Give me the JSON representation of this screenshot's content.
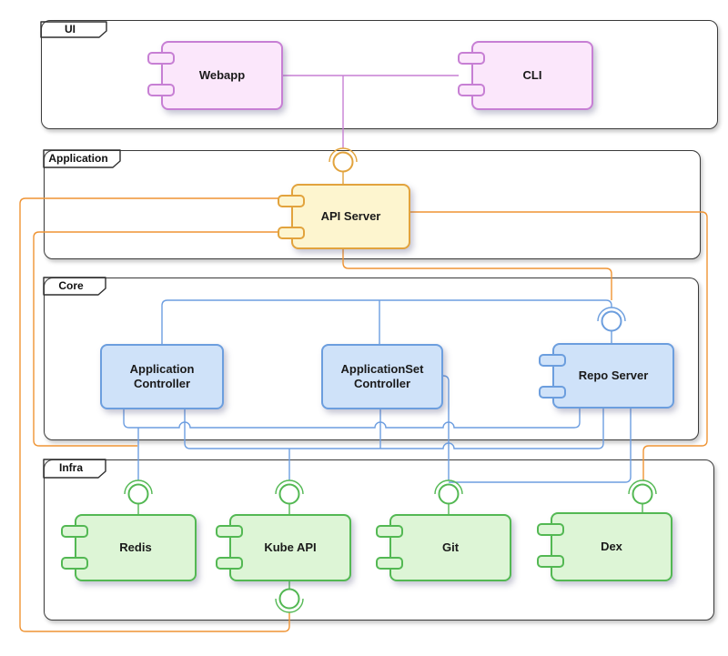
{
  "packages": [
    {
      "id": "ui",
      "label": "UI"
    },
    {
      "id": "application",
      "label": "Application"
    },
    {
      "id": "core",
      "label": "Core"
    },
    {
      "id": "infra",
      "label": "Infra"
    }
  ],
  "components": [
    {
      "id": "webapp",
      "label": "Webapp",
      "group": "ui"
    },
    {
      "id": "cli",
      "label": "CLI",
      "group": "ui"
    },
    {
      "id": "api-server",
      "label": "API Server",
      "group": "application"
    },
    {
      "id": "application-controller",
      "label": "Application Controller",
      "group": "core"
    },
    {
      "id": "applicationset-controller",
      "label": "ApplicationSet Controller",
      "group": "core"
    },
    {
      "id": "repo-server",
      "label": "Repo Server",
      "group": "core"
    },
    {
      "id": "redis",
      "label": "Redis",
      "group": "infra"
    },
    {
      "id": "kube-api",
      "label": "Kube API",
      "group": "infra"
    },
    {
      "id": "git",
      "label": "Git",
      "group": "infra"
    },
    {
      "id": "dex",
      "label": "Dex",
      "group": "infra"
    }
  ],
  "colors": {
    "edge_purple": "#c77fd4",
    "edge_orange": "#ef9434",
    "edge_blue": "#6d9ee0",
    "pink_fill": "#fbe7fb",
    "pink_border": "#c77fd4",
    "yellow_fill": "#fdf5cf",
    "yellow_border": "#e2a33d",
    "blue_fill": "#cfe2f9",
    "blue_border": "#6c9ede",
    "green_fill": "#ddf5d6",
    "green_border": "#53b853",
    "tab_ui": "#fbe7fb",
    "tab_application": "#fcf9cf",
    "tab_core": "#d5e7fa",
    "tab_infra": "#e4f8de"
  }
}
